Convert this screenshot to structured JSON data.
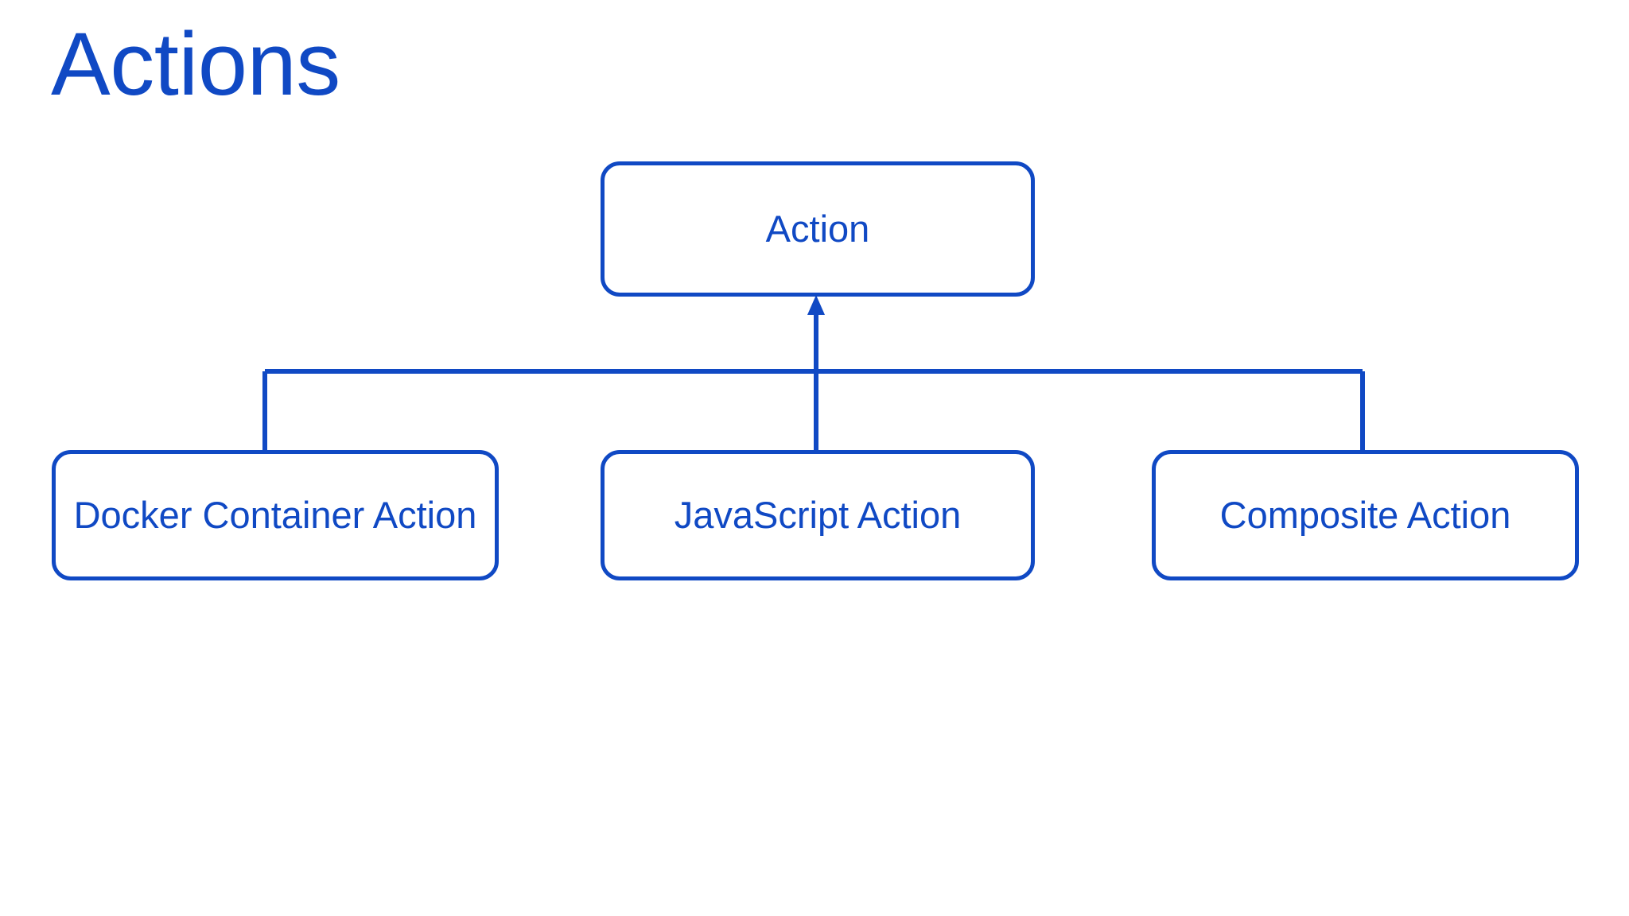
{
  "slide": {
    "title": "Actions",
    "background_color": "#ffffff",
    "accent_color": "#1049c4"
  },
  "diagram": {
    "type": "hierarchy-tree",
    "description": "Inheritance tree of GitHub Actions action types",
    "root": {
      "id": "action",
      "label": "Action"
    },
    "children": [
      {
        "id": "docker-container-action",
        "label": "Docker Container Action"
      },
      {
        "id": "javascript-action",
        "label": "JavaScript Action"
      },
      {
        "id": "composite-action",
        "label": "Composite Action"
      }
    ],
    "edges": [
      {
        "from": "docker-container-action",
        "to": "action",
        "arrow": "up"
      },
      {
        "from": "javascript-action",
        "to": "action",
        "arrow": "up"
      },
      {
        "from": "composite-action",
        "to": "action",
        "arrow": "up"
      }
    ],
    "arrow_direction": "children-point-to-root"
  }
}
